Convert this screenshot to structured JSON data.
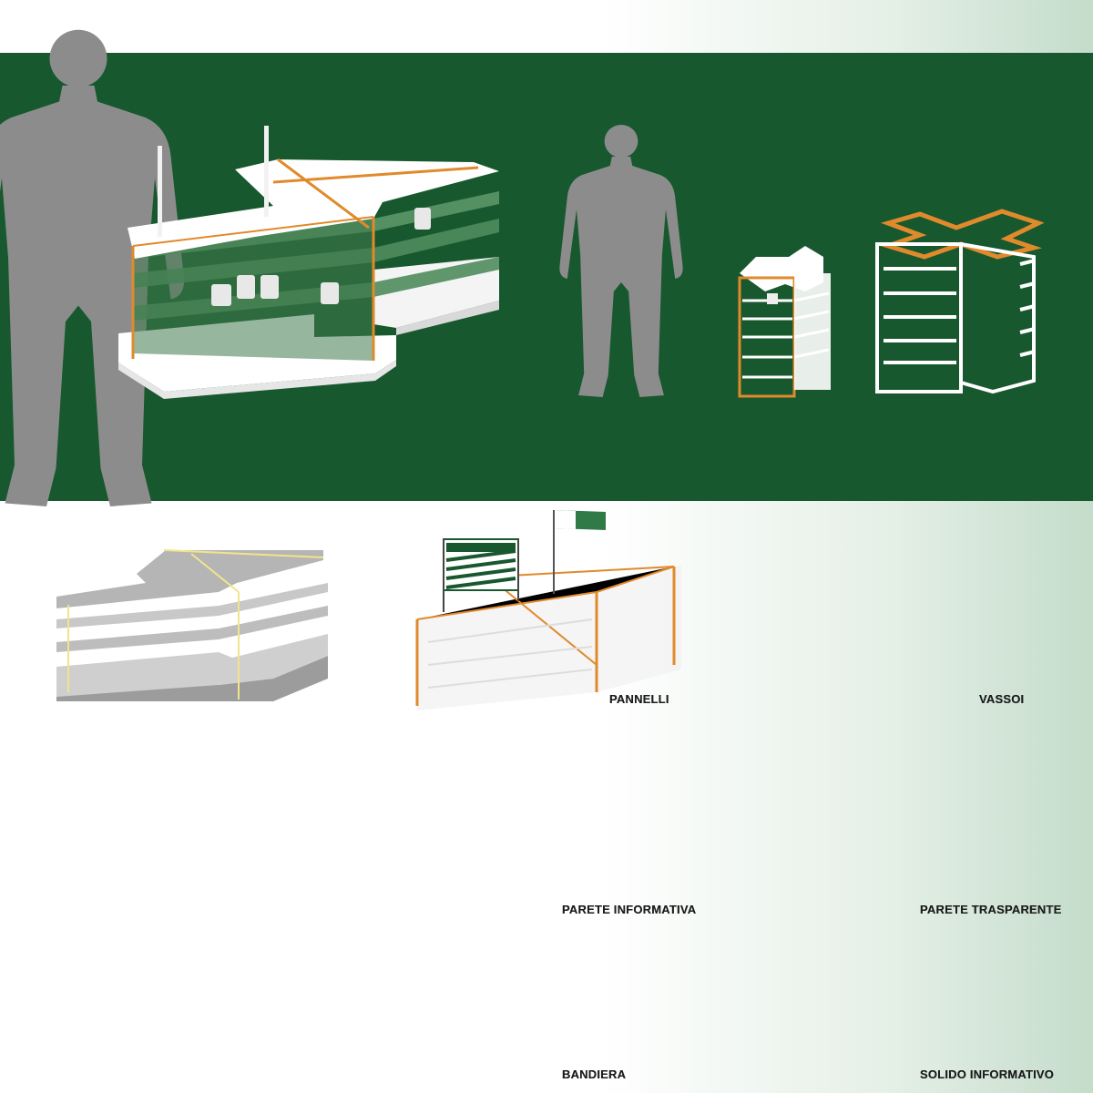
{
  "captions": {
    "pannelli": "PANNELLI",
    "vassoi": "VASSOI",
    "parete_informativa": "PARETE INFORMATIVA",
    "parete_trasparente": "PARETE TRASPARENTE",
    "bandiera": "BANDIERA",
    "solido_informativo": "SOLIDO INFORMATIVO"
  },
  "colors": {
    "background_green": "#17582e",
    "frame_orange": "#e08a2c",
    "silhouette_grey": "#8c8c8c",
    "shelf_white": "#ffffff",
    "glass_green": "#5f9a6b"
  },
  "icons": {
    "person": "human-silhouette-icon",
    "flag": "flag-icon",
    "cross_top": "cross-shaped-top-icon"
  }
}
